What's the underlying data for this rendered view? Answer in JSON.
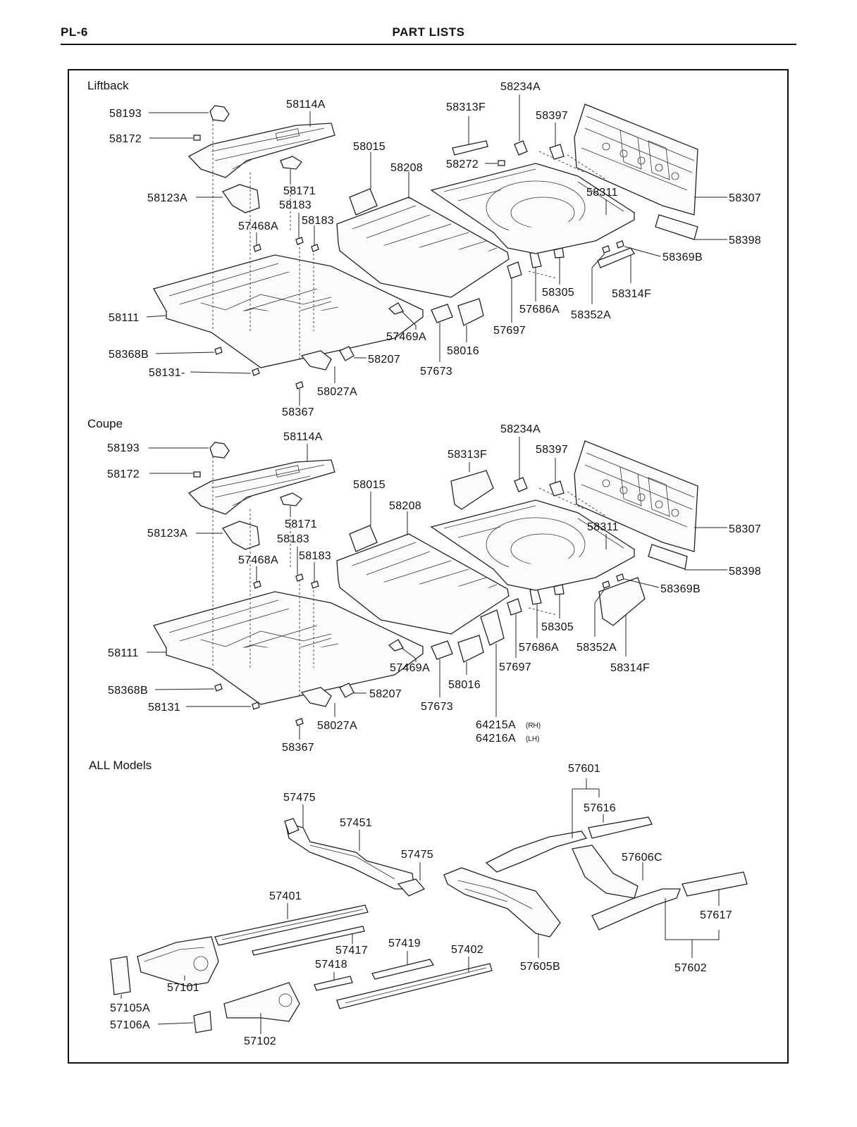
{
  "header": {
    "page_code": "PL-6",
    "title": "PART LISTS"
  },
  "sections": {
    "liftback": "Liftback",
    "coupe": "Coupe",
    "all_models": "ALL Models"
  },
  "liftback_labels": {
    "p58193": "58193",
    "p58114A": "58114A",
    "p58172": "58172",
    "p58123A": "58123A",
    "p58171": "58171",
    "p58183a": "58183",
    "p58183b": "58183",
    "p57468A": "57468A",
    "p58111": "58111",
    "p58368B": "58368B",
    "p58131": "58131-",
    "p58207": "58207",
    "p58027A": "58027A",
    "p58367": "58367",
    "p58015": "58015",
    "p58208": "58208",
    "p57469A": "57469A",
    "p57673": "57673",
    "p58016": "58016",
    "p57697": "57697",
    "p57686A": "57686A",
    "p58305": "58305",
    "p58313F": "58313F",
    "p58272": "58272",
    "p58234A": "58234A",
    "p58397": "58397",
    "p58311": "58311",
    "p58307": "58307",
    "p58398": "58398",
    "p58369B": "58369B",
    "p58314F": "58314F",
    "p58352A": "58352A"
  },
  "coupe_labels": {
    "p58193": "58193",
    "p58114A": "58114A",
    "p58172": "58172",
    "p58123A": "58123A",
    "p58171": "58171",
    "p58183a": "58183",
    "p58183b": "58183",
    "p57468A": "57468A",
    "p58111": "58111",
    "p58368B": "58368B",
    "p58131": "58131",
    "p58207": "58207",
    "p58027A": "58027A",
    "p58367": "58367",
    "p58015": "58015",
    "p58208": "58208",
    "p57469A": "57469A",
    "p57673": "57673",
    "p58016": "58016",
    "p57697": "57697",
    "p57686A": "57686A",
    "p58305": "58305",
    "p58313F": "58313F",
    "p58234A": "58234A",
    "p58397": "58397",
    "p58311": "58311",
    "p58307": "58307",
    "p58398": "58398",
    "p58369B": "58369B",
    "p58314F": "58314F",
    "p58352A": "58352A",
    "p64215A": "64215A",
    "p64215A_side": "(RH)",
    "p64216A": "64216A",
    "p64216A_side": "(LH)"
  },
  "all_models_labels": {
    "p57475a": "57475",
    "p57451": "57451",
    "p57475b": "57475",
    "p57401": "57401",
    "p57417": "57417",
    "p57419": "57419",
    "p57418": "57418",
    "p57402": "57402",
    "p57101": "57101",
    "p57105A": "57105A",
    "p57106A": "57106A",
    "p57102": "57102",
    "p57605B": "57605B",
    "p57601": "57601",
    "p57616": "57616",
    "p57606C": "57606C",
    "p57617": "57617",
    "p57602": "57602"
  }
}
